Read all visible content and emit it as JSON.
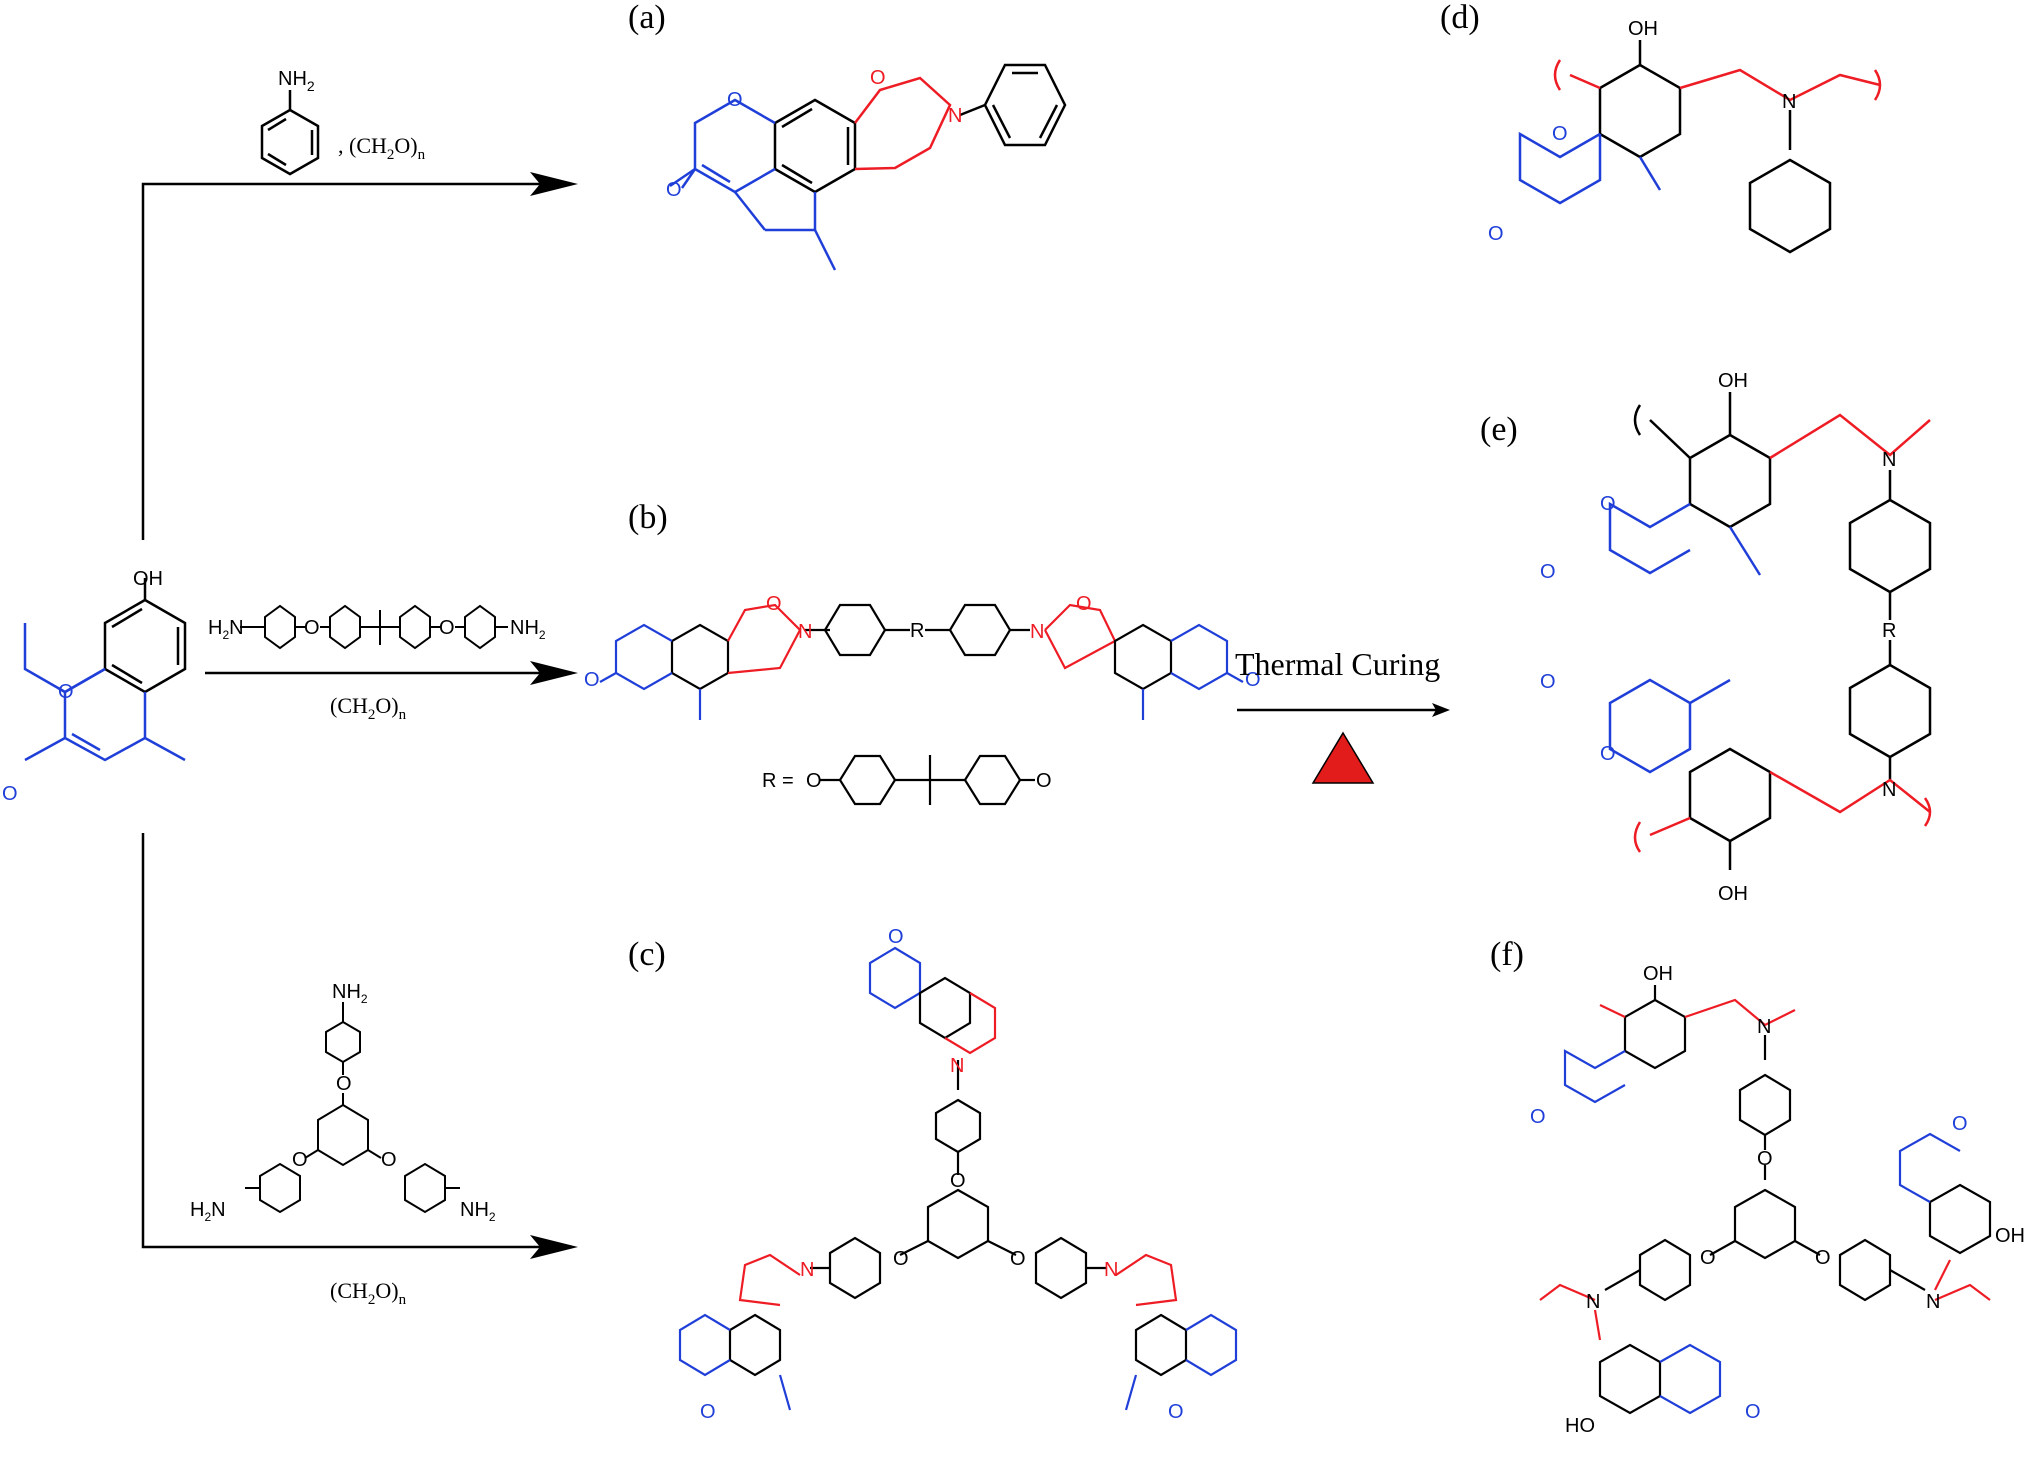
{
  "colors": {
    "coumarin": "#1f3fd8",
    "oxazine": "#ee1c24",
    "arrow": "#000000",
    "heat_triangle": "#e21b1b"
  },
  "panels": {
    "a": "(a)",
    "b": "(b)",
    "c": "(c)",
    "d": "(d)",
    "e": "(e)",
    "f": "(f)"
  },
  "atoms": {
    "oh": "OH",
    "ho": "HO",
    "o": "O",
    "n": "N",
    "nh2": "NH",
    "h2n": "H",
    "sub2": "2",
    "r": "R"
  },
  "reagents": {
    "top": ", (CH",
    "formaldehyde": "(CH",
    "form_sub2": "2",
    "form_o": "O)",
    "form_n": "n",
    "r_definition": "R ="
  },
  "process": {
    "label": "Thermal Curing",
    "heat_icon": "triangle-heat-icon"
  }
}
